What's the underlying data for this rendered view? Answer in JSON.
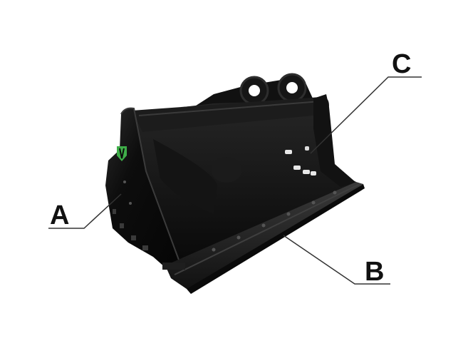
{
  "callouts": {
    "a": {
      "letter": "A"
    },
    "b": {
      "letter": "B"
    },
    "c": {
      "letter": "C"
    }
  },
  "colors": {
    "background": "#ffffff",
    "bucket_body": "#0b0b0b",
    "bucket_highlight": "#2c2c2c",
    "logo_green": "#3fae49",
    "callout_line": "#333333",
    "label_text": "#111111"
  },
  "icons": {
    "logo": "brand-shield-logo-icon"
  }
}
